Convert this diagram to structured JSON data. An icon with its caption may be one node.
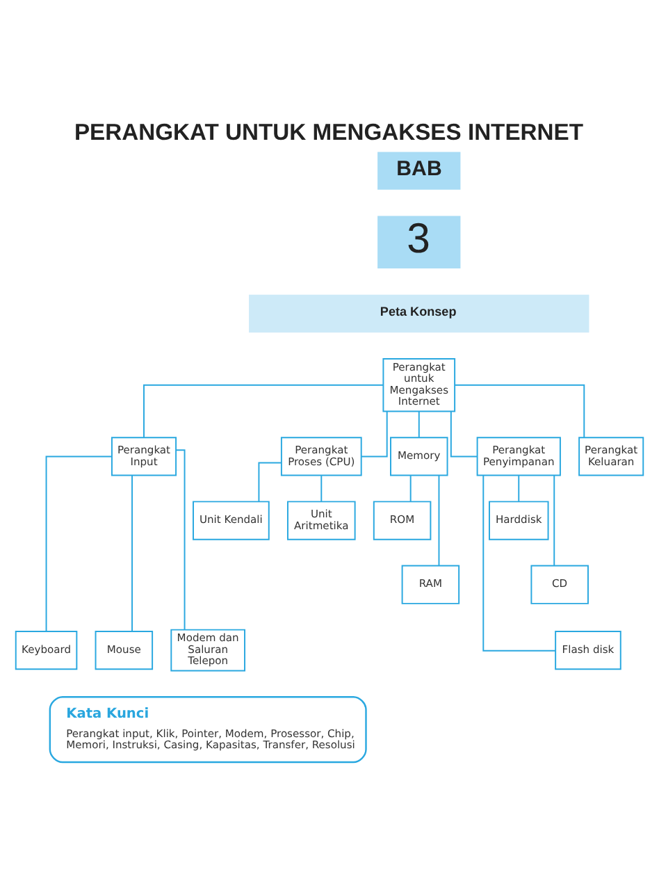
{
  "diagram": {
    "title": "PERANGKAT UNTUK MENGAKSES INTERNET",
    "nodes": [
      {
        "text": [
          "Perangkat untuk Mengakses Internet"
        ]
      },
      {
        "text": [
          "Perangkat Input"
        ]
      },
      {
        "text": [
          "Perangkat Proses (CPU)"
        ]
      },
      {
        "text": [
          "Memory"
        ]
      },
      {
        "text": [
          "Perangkat Penyimpanan"
        ]
      },
      {
        "text": [
          "Perangkat Keluaran"
        ]
      },
      {
        "text": [
          "Unit Kendali"
        ]
      },
      {
        "text": [
          "Unit Aritmetika"
        ]
      },
      {
        "text": [
          "ROM"
        ]
      },
      {
        "text": [
          "RAM"
        ]
      },
      {
        "text": [
          "Harddisk"
        ]
      },
      {
        "text": [
          "CD"
        ]
      },
      {
        "text": [
          "Flash disk"
        ]
      },
      {
        "text": [
          "Keyboard"
        ]
      },
      {
        "text": [
          "Mouse"
        ]
      },
      {
        "text": [
          "Modem dan Saluran Telepon"
        ]
      },
      {
        "text": [
          "Kata Kunci",
          "Perangkat input, Klik, Pointer, Modem, Prosessor, Chip, Memori, Instruksi, Casing, Kapasitas, Transfer, Resolusi"
        ]
      }
    ],
    "edges": [
      {
        "from": 0,
        "to": 1,
        "arrow": "none"
      },
      {
        "from": 0,
        "to": 2,
        "arrow": "none"
      },
      {
        "from": 0,
        "to": 3,
        "arrow": "none"
      },
      {
        "from": 0,
        "to": 4,
        "arrow": "none"
      },
      {
        "from": 0,
        "to": 5,
        "arrow": "none"
      },
      {
        "from": 2,
        "to": 6,
        "arrow": "none"
      },
      {
        "from": 2,
        "to": 7,
        "arrow": "none"
      },
      {
        "from": 3,
        "to": 8,
        "arrow": "none"
      },
      {
        "from": 3,
        "to": 9,
        "arrow": "none"
      },
      {
        "from": 4,
        "to": 10,
        "arrow": "none"
      },
      {
        "from": 4,
        "to": 11,
        "arrow": "none"
      },
      {
        "from": 4,
        "to": 12,
        "arrow": "none"
      },
      {
        "from": 1,
        "to": 13,
        "arrow": "none"
      },
      {
        "from": 1,
        "to": 14,
        "arrow": "none"
      },
      {
        "from": 1,
        "to": 15,
        "arrow": "none"
      }
    ],
    "labels": [
      "BAB",
      "3",
      "Peta Konsep"
    ]
  }
}
